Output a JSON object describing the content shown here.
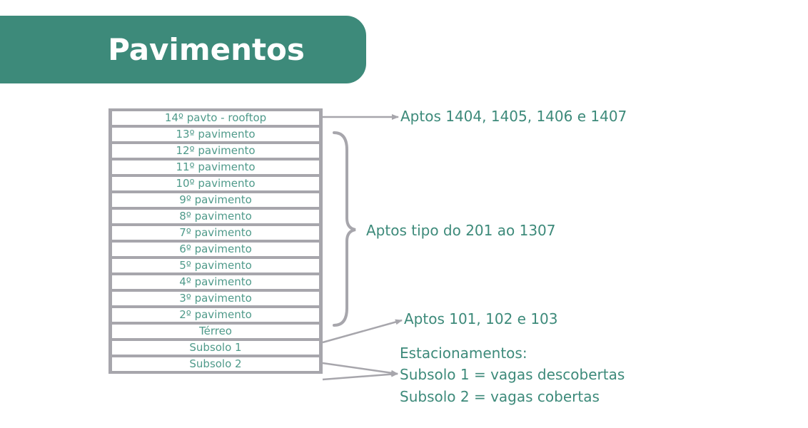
{
  "title": "Pavimentos",
  "floors": [
    "14º pavto - rooftop",
    "13º pavimento",
    "12º pavimento",
    "11º pavimento",
    "10º pavimento",
    "9º pavimento",
    "8º pavimento",
    "7º pavimento",
    "6º pavimento",
    "5º pavimento",
    "4º pavimento",
    "3º pavimento",
    "2º pavimento",
    "Térreo",
    "Subsolo 1",
    "Subsolo 2"
  ],
  "annotations": {
    "rooftop": "Aptos 1404, 1405, 1406 e 1407",
    "tipo": "Aptos tipo do 201 ao 1307",
    "terreo": "Aptos 101, 102 e 103",
    "parking_heading": "Estacionamentos:",
    "subsolo1": "Subsolo 1 = vagas descobertas",
    "subsolo2": "Subsolo 2 = vagas cobertas"
  },
  "colors": {
    "accent": "#3d8a7a",
    "floor_text": "#4f9a8a",
    "frame": "#a7a6ac"
  }
}
